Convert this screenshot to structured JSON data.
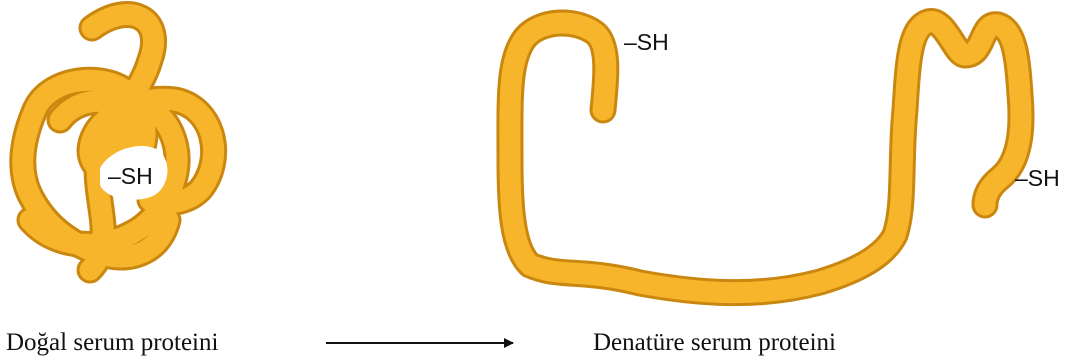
{
  "diagram": {
    "native": {
      "caption": "Doğal serum proteini",
      "group_label": "–SH"
    },
    "denatured": {
      "caption": "Denatüre serum proteini",
      "group_label_top": "–SH",
      "group_label_right": "–SH"
    },
    "colors": {
      "protein_fill": "#F7B52B",
      "protein_outline": "#C9870F",
      "arrow": "#111111",
      "text": "#111111"
    }
  }
}
